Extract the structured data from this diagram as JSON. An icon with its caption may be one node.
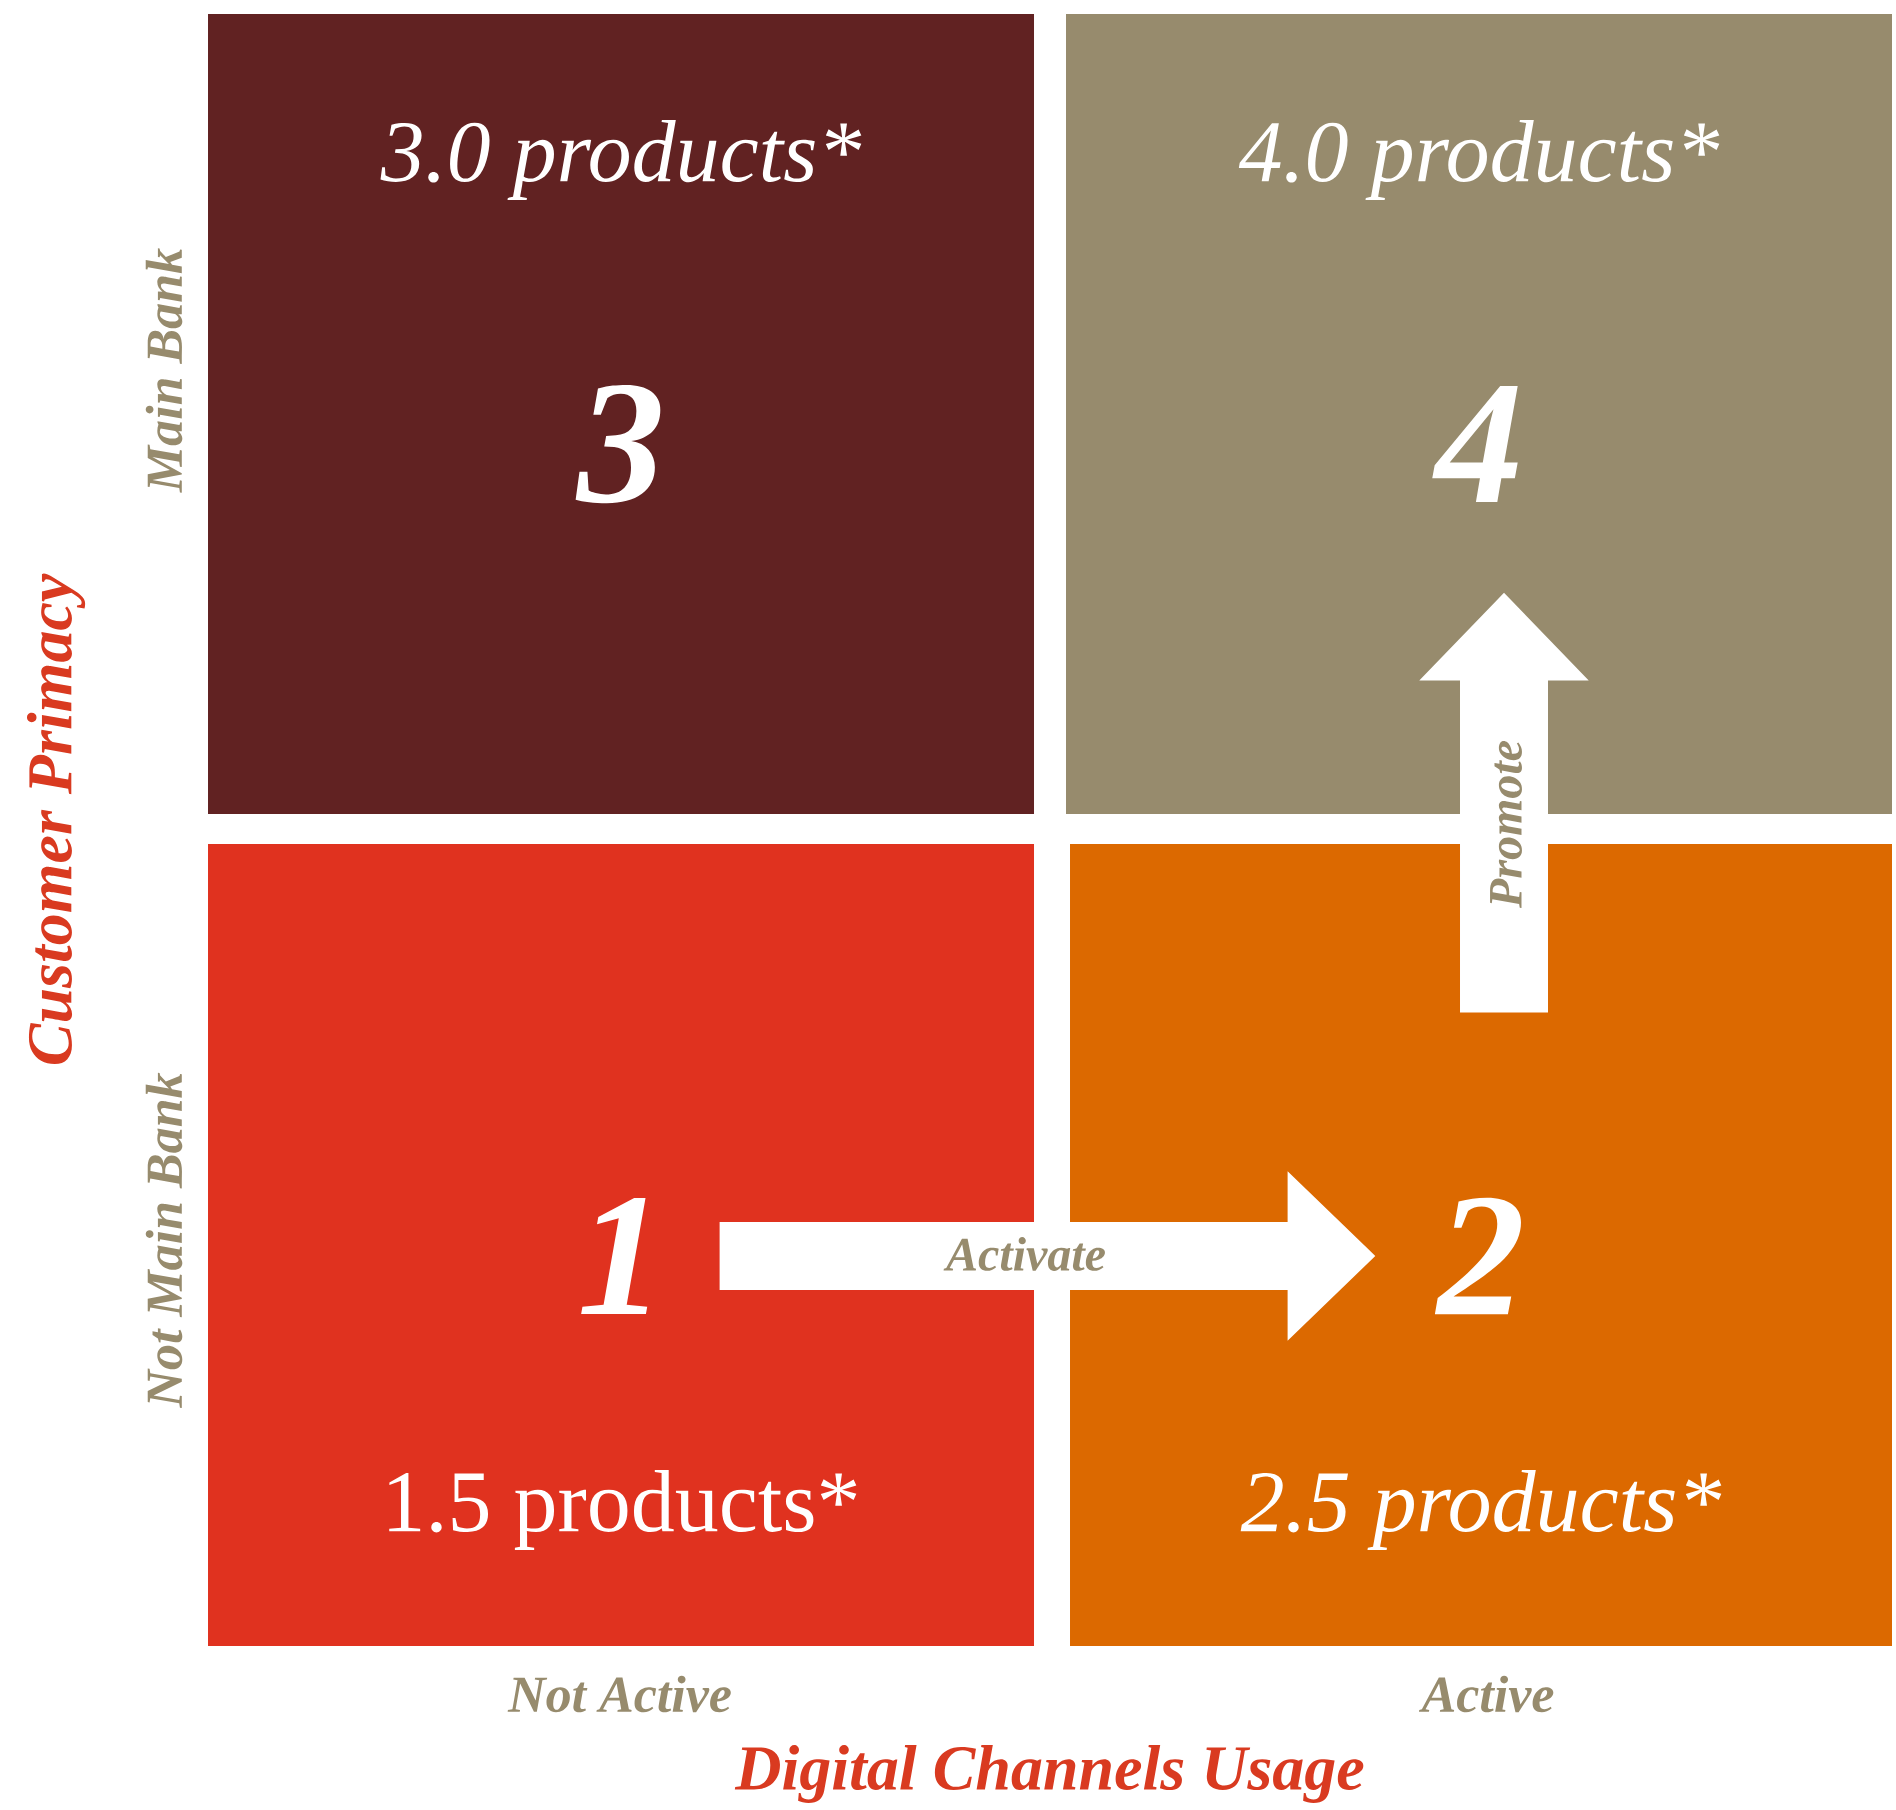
{
  "diagram": {
    "nodes": [
      {
        "text": [
          "3.0 products*",
          "3"
        ]
      },
      {
        "text": [
          "4.0 products*",
          "4"
        ]
      },
      {
        "text": [
          "1",
          "1.5 products*"
        ]
      },
      {
        "text": [
          "2",
          "2.5 products*"
        ]
      }
    ],
    "edges": [
      {
        "from": 2,
        "to": 3,
        "arrow": "to",
        "label": "Activate"
      },
      {
        "from": 3,
        "to": 1,
        "arrow": "to",
        "label": "Promote"
      }
    ],
    "labels": [
      "Customer Primacy",
      "Main Bank",
      "Not Main Bank",
      "Not Active",
      "Active",
      "Digital Channels Usage"
    ]
  }
}
